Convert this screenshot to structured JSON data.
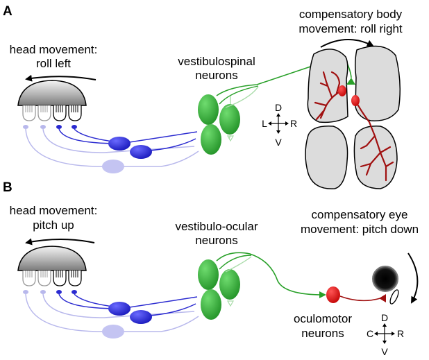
{
  "panel_a": {
    "letter": "A",
    "head_movement": [
      "head movement:",
      "roll left"
    ],
    "neurons": [
      "vestibulospinal",
      "neurons"
    ],
    "compensatory": [
      "compensatory body",
      "movement: roll right"
    ],
    "axes": {
      "up": "D",
      "down": "V",
      "left": "L",
      "right": "R"
    }
  },
  "panel_b": {
    "letter": "B",
    "head_movement": [
      "head movement:",
      "pitch up"
    ],
    "neurons": [
      "vestibulo-ocular",
      "neurons"
    ],
    "compensatory": [
      "compensatory eye",
      "movement: pitch down"
    ],
    "oculomotor": [
      "oculomotor",
      "neurons"
    ],
    "axes": {
      "up": "D",
      "down": "V",
      "left": "C",
      "right": "R"
    }
  },
  "colors": {
    "vestibular_neuron": "#2a2ad0",
    "vestibular_neuron_faint": "#b8b8ec",
    "central_neuron": "#28a028",
    "motor_neuron": "#d41818",
    "motor_axon": "#a01010",
    "body_tissue": "#dcdcdc"
  }
}
